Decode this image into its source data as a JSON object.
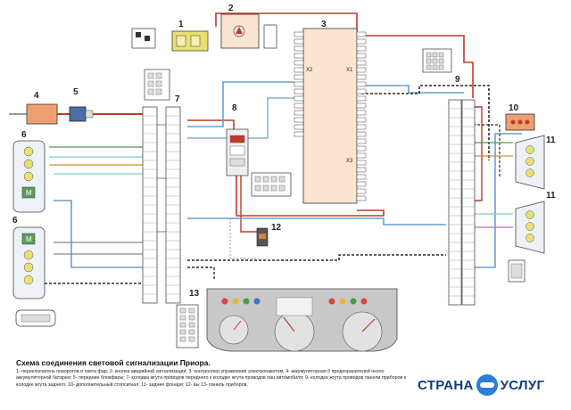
{
  "component_labels": [
    "1",
    "2",
    "3",
    "4",
    "5",
    "6",
    "6",
    "7",
    "8",
    "9",
    "10",
    "11",
    "11",
    "12",
    "13"
  ],
  "connector_labels": {
    "x2": "X2",
    "x1": "X1",
    "x3": "X3"
  },
  "caption": {
    "title": "Схема соединения световой сигнализации Приора.",
    "text": "1- переключатель поворотов и света фар; 2- кнопка аварийной сигнализации; 3- контроллер управления электропакетом; 4- аккумуляторная б предохранителей около аккумуляторной батареи; 5- передние блокфары; 7- колодка жгута проводов переднего к колодке жгута проводов пан автомобиля; 9- колодка жгута проводов панели приборов к колодке жгута заднего; 10- дополнительный стопсигнал; 11- задние фонари; 12- вы 13- панель приборов."
  },
  "brand": {
    "left": "СТРАНА",
    "right": "УСЛУГ"
  },
  "colors": {
    "red": "#c0392b",
    "blue": "#6a9ecf",
    "dashed": "#2a2a2a",
    "module": "#fbe5d0",
    "yellow": "#e8e070",
    "orange": "#e07b39",
    "teal": "#9ed4d4"
  }
}
